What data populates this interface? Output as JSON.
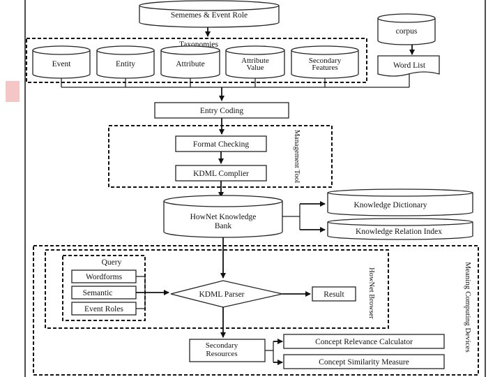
{
  "diagram": {
    "sememes": "Sememes & Event Role",
    "taxonomies_title": "Taxonomies",
    "taxonomies": [
      "Event",
      "Entity",
      "Attribute",
      "Attribute Value",
      "Secondary Features"
    ],
    "corpus": "corpus",
    "word_list": "Word List",
    "entry_coding": "Entry Coding",
    "format_checking": "Format Checking",
    "kdml_compiler": "KDML Complier",
    "management_tool": "Management Tool",
    "howNet_bank": "HowNet Knowledge Bank",
    "knowledge_dictionary": "Knowledge Dictionary",
    "knowledge_relation_index": "Knowledge Relation Index",
    "query_title": "Query",
    "query_items": [
      "Wordforms",
      "Semantic",
      "Event Roles"
    ],
    "kdml_parser": "KDML Parser",
    "result": "Result",
    "hownet_browser": "HowNet Browser",
    "secondary_resources": "Secondary Resources",
    "concept_relevance": "Concept Relevance Calculator",
    "concept_similarity": "Concept Similarity Measure",
    "meaning_computing": "Meaning Computing Devices"
  },
  "colors": {
    "line": "#222222",
    "accent_bar": "#f4c6c6"
  }
}
